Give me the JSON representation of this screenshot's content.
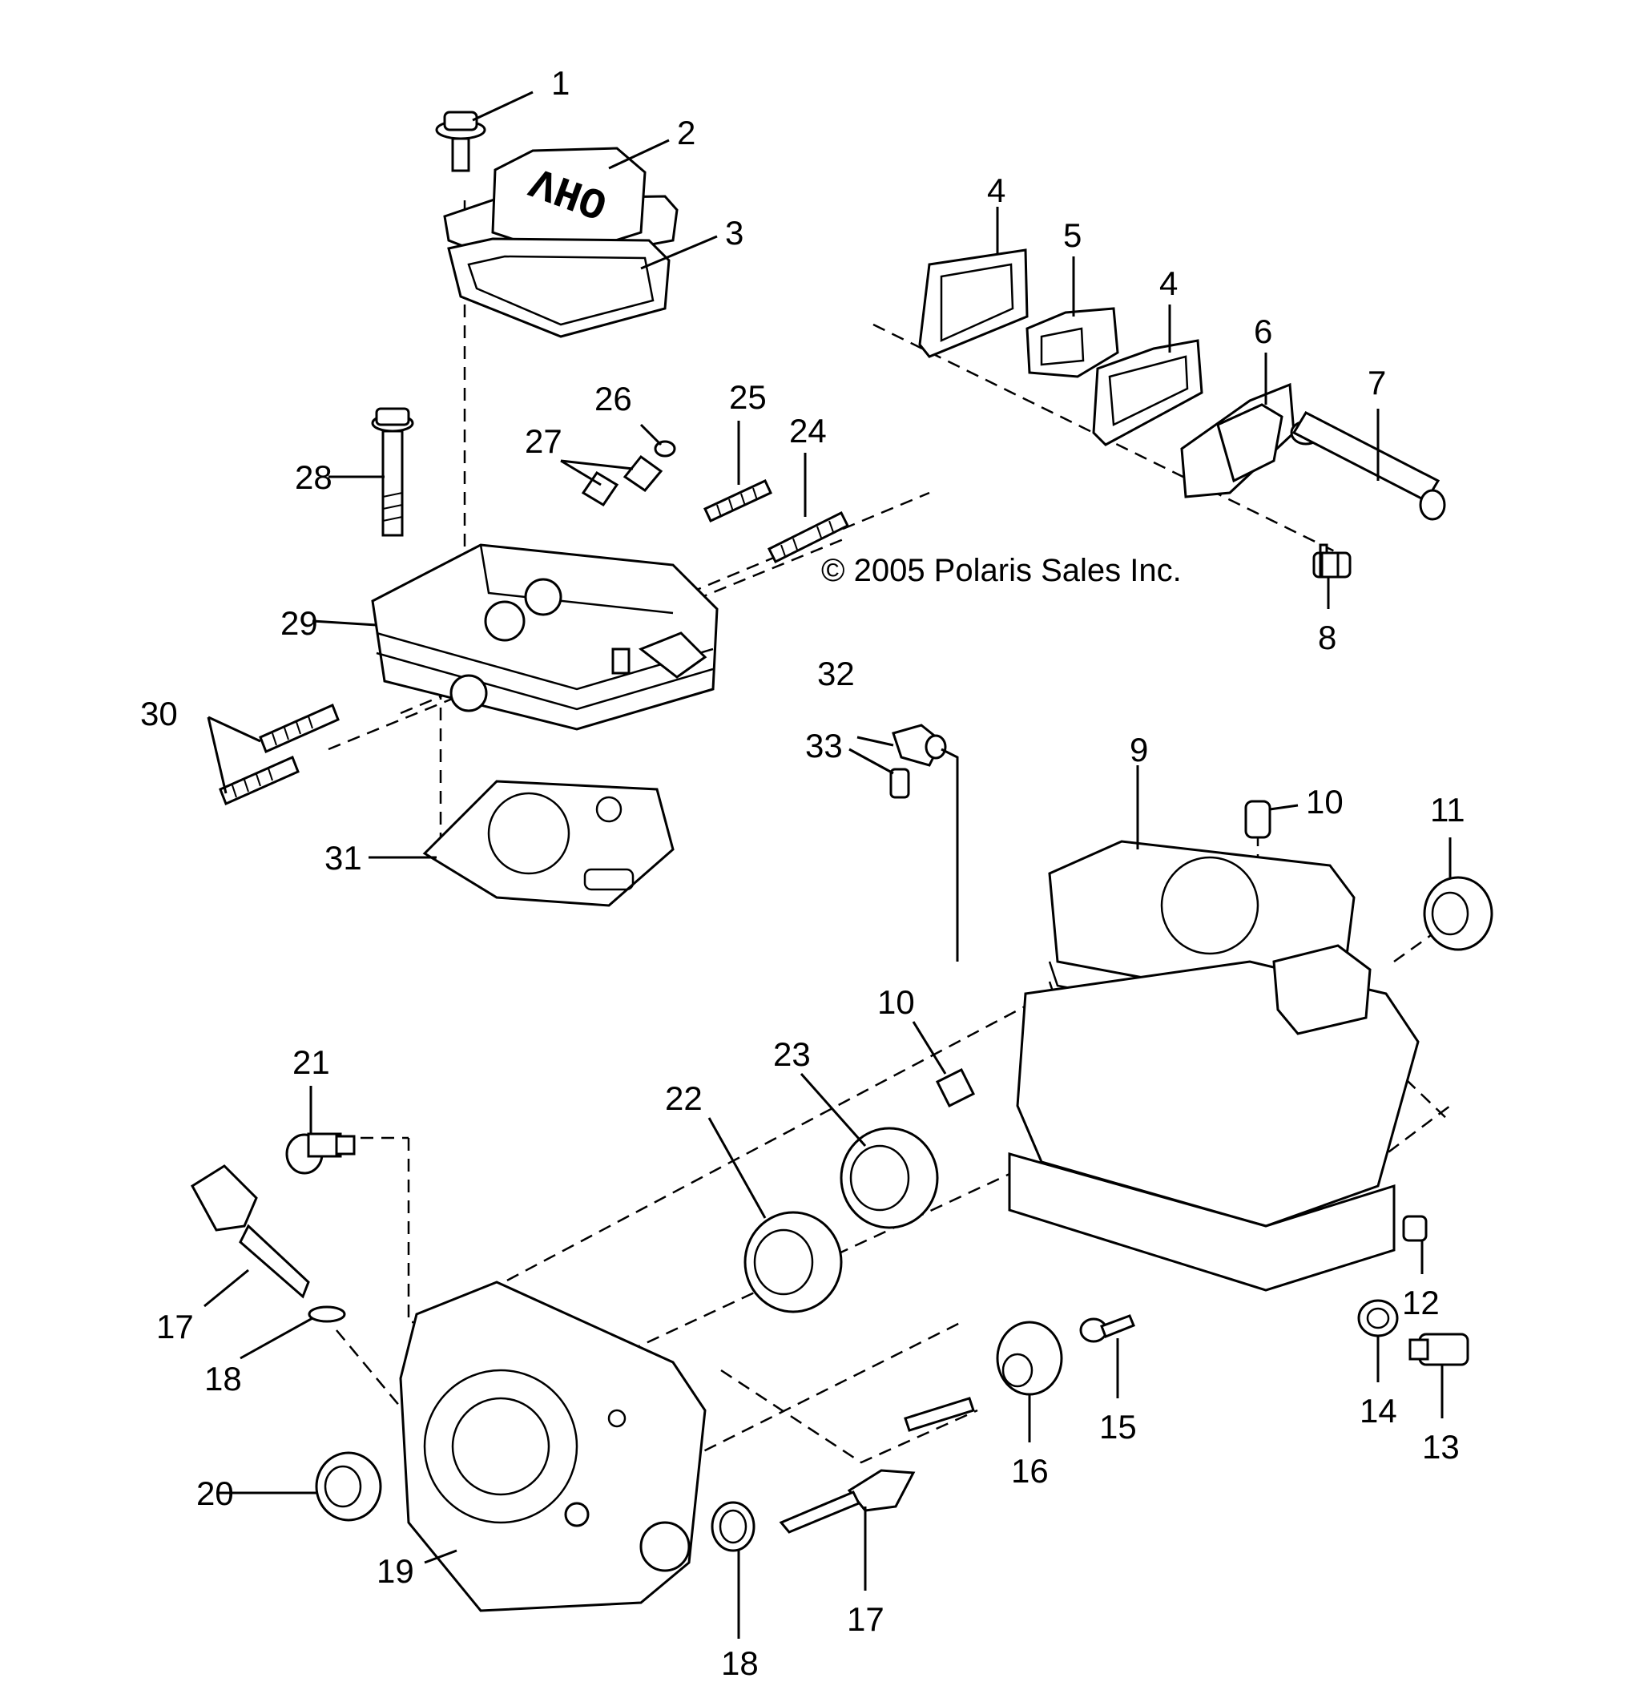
{
  "copyright": "© 2005 Polaris Sales Inc.",
  "cover_stamp": "OHV",
  "callouts": [
    {
      "id": "c1",
      "label": "1"
    },
    {
      "id": "c2",
      "label": "2"
    },
    {
      "id": "c3",
      "label": "3"
    },
    {
      "id": "c4a",
      "label": "4"
    },
    {
      "id": "c4b",
      "label": "4"
    },
    {
      "id": "c5",
      "label": "5"
    },
    {
      "id": "c6",
      "label": "6"
    },
    {
      "id": "c7",
      "label": "7"
    },
    {
      "id": "c8",
      "label": "8"
    },
    {
      "id": "c9",
      "label": "9"
    },
    {
      "id": "c10a",
      "label": "10"
    },
    {
      "id": "c10b",
      "label": "10"
    },
    {
      "id": "c11",
      "label": "11"
    },
    {
      "id": "c12",
      "label": "12"
    },
    {
      "id": "c13",
      "label": "13"
    },
    {
      "id": "c14",
      "label": "14"
    },
    {
      "id": "c15",
      "label": "15"
    },
    {
      "id": "c16",
      "label": "16"
    },
    {
      "id": "c17a",
      "label": "17"
    },
    {
      "id": "c17b",
      "label": "17"
    },
    {
      "id": "c18a",
      "label": "18"
    },
    {
      "id": "c18b",
      "label": "18"
    },
    {
      "id": "c19",
      "label": "19"
    },
    {
      "id": "c20",
      "label": "20"
    },
    {
      "id": "c21",
      "label": "21"
    },
    {
      "id": "c22",
      "label": "22"
    },
    {
      "id": "c23",
      "label": "23"
    },
    {
      "id": "c24",
      "label": "24"
    },
    {
      "id": "c25",
      "label": "25"
    },
    {
      "id": "c26",
      "label": "26"
    },
    {
      "id": "c27",
      "label": "27"
    },
    {
      "id": "c28",
      "label": "28"
    },
    {
      "id": "c29",
      "label": "29"
    },
    {
      "id": "c30",
      "label": "30"
    },
    {
      "id": "c31",
      "label": "31"
    },
    {
      "id": "c32",
      "label": "32"
    },
    {
      "id": "c33",
      "label": "33"
    }
  ]
}
